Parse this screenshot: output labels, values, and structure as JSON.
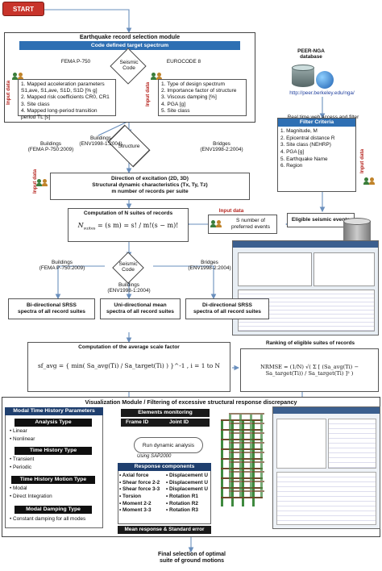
{
  "start": "START",
  "module": {
    "title": "Earthquake record selection module",
    "spectrum_bar": "Code defined target spectrum"
  },
  "seismic_code_1": {
    "left": "FEMA P-750",
    "center": "Seismic\nCode",
    "right": "EUROCODE 8"
  },
  "input_data_label": "Input data",
  "fema_params": [
    "1. Mapped acceleration parameters",
    "S1,ave, S1,ave, S1D, S1D [% g]",
    "2. Mapped risk coefficients CR0, CR1",
    "3. Site class",
    "4. Mapped long-period transition period  TL [s]"
  ],
  "ec8_params": [
    "1. Type of design spectrum",
    "2. Importance factor of structure",
    "3. Viscous damping [%]",
    "4. PGA [g]",
    "5. Site class"
  ],
  "peer": {
    "title": "PEER-NGA\ndatabase",
    "url": "http://peer.berkeley.edu/nga/",
    "access": "Real time web access and filter"
  },
  "structure": {
    "left": "Buildings\n(FEMA P-750:2009)",
    "center_left": "Buildings\n(ENV1998-1:2004)",
    "center": "Structure",
    "right": "Bridges\n(ENV1998-2:2004)"
  },
  "filter": {
    "title": "Filter Criteria",
    "items": [
      "1. Magnitude, M",
      "2. Epicentral distance R",
      "3. Site class (NEHRP)",
      "4. PGA [g]",
      "5. Earthquake Name",
      "6. Region"
    ]
  },
  "direction": [
    "Direction of excitation (2D, 3D)",
    "Structural dynamic characteristics (Tx, Ty, Tz)",
    "m number of records per suite"
  ],
  "computation": {
    "title": "Computation of N suites of records",
    "lhs": "N",
    "sub": "suites",
    "formula": "= (s m) = s! / m!(s − m)!"
  },
  "s_number": "S number of\npreferred events",
  "eligible": "Eligible seismic events",
  "seismic_code_2": {
    "left": "Buildings\n(FEMA P-750:2009)",
    "center": "Seismic\nCode",
    "right": "Bridges\n(ENV1998-2:2004)",
    "below": "Buildings\n(ENV1998-1:2004)"
  },
  "spectra": {
    "left": "Bi-directional SRSS\nspectra of all record suites",
    "center": "Uni-directional mean\nspectra of all record suites",
    "right": "Di-directional SRSS\nspectra of all record suites"
  },
  "scale": {
    "title": "Computation of the average scale factor",
    "formula": "sf_avg = { min( Sa_avg(Ti) / Sa_target(Ti) ) }^-1 ,  i = 1 to N"
  },
  "ranking": {
    "title": "Ranking of eligible suites of records",
    "formula": "NRMSE = (1/N) √( Σ [ (Sa_avg(Ti) − Sa_target(Ti)) / Sa_target(Ti) ]² )"
  },
  "visualization": {
    "title": "Visualization Module / Filtering of excessive structural response discrepancy",
    "modal_title": "Modal Time History Parameters",
    "analysis_type": "Analysis Type",
    "analysis_items": [
      "Linear",
      "Nonlinear"
    ],
    "th_type": "Time History Type",
    "th_items": [
      "Transient",
      "Periodic"
    ],
    "motion_type": "Time History Motion Type",
    "motion_items": [
      "Modal",
      "Direct Integration"
    ],
    "damping_type": "Modal Damping Type",
    "damping_items": [
      "Constant damping for all modes"
    ]
  },
  "elements": {
    "title": "Elements monitoring",
    "frame": "Frame ID",
    "joint": "Joint ID",
    "run": "Run dynamic analysis",
    "using": "Using SAP2000"
  },
  "response": {
    "title": "Response components",
    "left": [
      "Axial force",
      "Shear force 2-2",
      "Shear force 3-3",
      "Torsion",
      "Moment 2-2",
      "Moment 3-3"
    ],
    "right": [
      "Displacement U",
      "Displacement U",
      "Displacement U",
      "Rotation R1",
      "Rotation R2",
      "Rotation R3"
    ],
    "footer": "Mean response  &  Standard error"
  },
  "final": "Final selection of optimal\nsuite of ground motions",
  "colors": {
    "blue": "#2e6fb3",
    "dark": "#1f3f6e",
    "red": "#b5231d",
    "start": "#c8342b"
  }
}
